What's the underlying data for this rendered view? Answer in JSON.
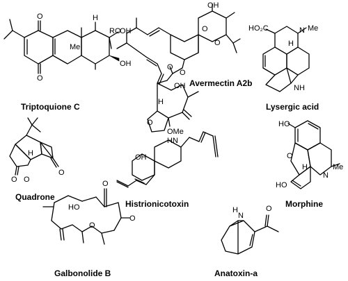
{
  "compounds": [
    {
      "name": "Triptoquione C",
      "atoms": [
        "O",
        "O",
        "Me",
        "H",
        "OH",
        "OH"
      ]
    },
    {
      "name": "Avermectin A2b",
      "atoms": [
        "OH",
        "O",
        "O",
        "RO",
        "O",
        "O",
        "OH",
        "O",
        "OMe",
        "H"
      ]
    },
    {
      "name": "Lysergic acid",
      "atoms": [
        "HO₂C",
        "N",
        "Me",
        "NH",
        "H"
      ]
    },
    {
      "name": "Quadrone",
      "atoms": [
        "O",
        "O",
        "O",
        "H"
      ]
    },
    {
      "name": "Histrionicotoxin",
      "atoms": [
        "HN",
        "OH"
      ]
    },
    {
      "name": "Morphine",
      "atoms": [
        "HO",
        "O",
        "N",
        "Me",
        "HO",
        "H"
      ]
    },
    {
      "name": "Galbonolide B",
      "atoms": [
        "O",
        "HO",
        "O",
        "O"
      ]
    },
    {
      "name": "Anatoxin-a",
      "atoms": [
        "H",
        "N",
        "O"
      ]
    }
  ]
}
